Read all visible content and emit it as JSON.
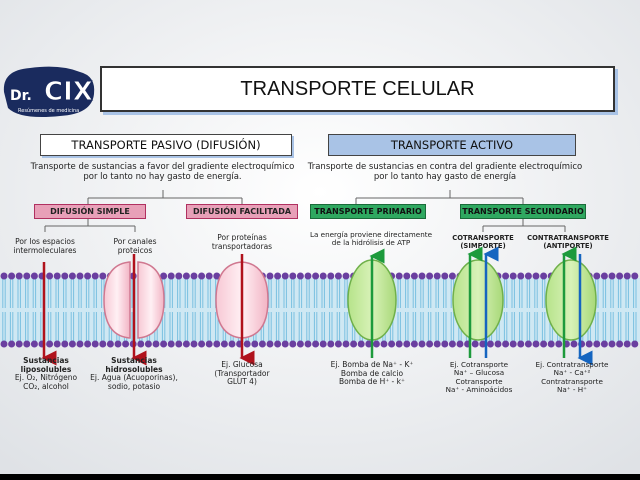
{
  "logo": {
    "main": "CIX",
    "prefix": "Dr.",
    "tagline": "Resúmenes de medicina"
  },
  "title": "TRANSPORTE CELULAR",
  "passive": {
    "heading": "TRANSPORTE PASIVO (DIFUSIÓN)",
    "desc1": "Transporte de sustancias a favor del gradiente electroquímico",
    "desc2": "por lo tanto no hay gasto de energía.",
    "simple": {
      "label": "DIFUSIÓN SIMPLE",
      "sub_a1": "Por los espacios",
      "sub_a2": "intermoleculares",
      "sub_b1": "Por canales",
      "sub_b2": "proteicos",
      "ex_a_bold1": "Sustancias",
      "ex_a_bold2": "liposolubles",
      "ex_a_line1": "Ej. O₂, Nitrógeno",
      "ex_a_line2": "CO₂, alcohol",
      "ex_b_bold1": "Sustancias",
      "ex_b_bold2": "hidrosolubles",
      "ex_b_line1": "Ej. Agua (Acuoporinas),",
      "ex_b_line2": "sodio, potasio"
    },
    "facilitated": {
      "label": "DIFUSIÓN FACILITADA",
      "sub1": "Por proteínas",
      "sub2": "transportadoras",
      "ex1": "Ej. Glucosa",
      "ex2": "(Transportador",
      "ex3": "GLUT 4)"
    }
  },
  "active": {
    "heading": "TRANSPORTE ACTIVO",
    "desc1": "Transporte de sustancias en contra del gradiente electroquímico",
    "desc2": "por lo tanto hay gasto de energía",
    "primary": {
      "label": "TRANSPORTE PRIMARIO",
      "sub1": "La energía proviene directamente",
      "sub2": "de la hidrólisis de  ATP",
      "ex1": "Ej. Bomba de Na⁺ - K⁺",
      "ex2": "Bomba de calcio",
      "ex3": "Bomba de H⁺ - k⁺"
    },
    "secondary": {
      "label": "TRANSPORTE SECUNDARIO",
      "sym1": "COTRANSPORTE",
      "sym2": "(SIMPORTE)",
      "anti1": "CONTRATRANSPORTE",
      "anti2": "(ANTIPORTE)",
      "sym_ex1": "Ej. Cotransporte",
      "sym_ex2": "Na⁺ – Glucosa",
      "sym_ex3": "Cotransporte",
      "sym_ex4": "Na⁺ - Aminoácidos",
      "anti_ex1": "Ej. Contratransporte",
      "anti_ex2": "Na⁺ - Ca⁺²",
      "anti_ex3": "Contratransporte",
      "anti_ex4": "Na⁺ - H⁺"
    }
  },
  "colors": {
    "membrane_head": "#6a3fa0",
    "membrane_tail": "#7ac0e0",
    "pink_box": "#e8a0b8",
    "green_box": "#2fa860",
    "red_arrow": "#b0121c",
    "green_arrow": "#1d9a3c",
    "blue_arrow": "#1565c0",
    "heading_fill": "#a9c3e6"
  }
}
